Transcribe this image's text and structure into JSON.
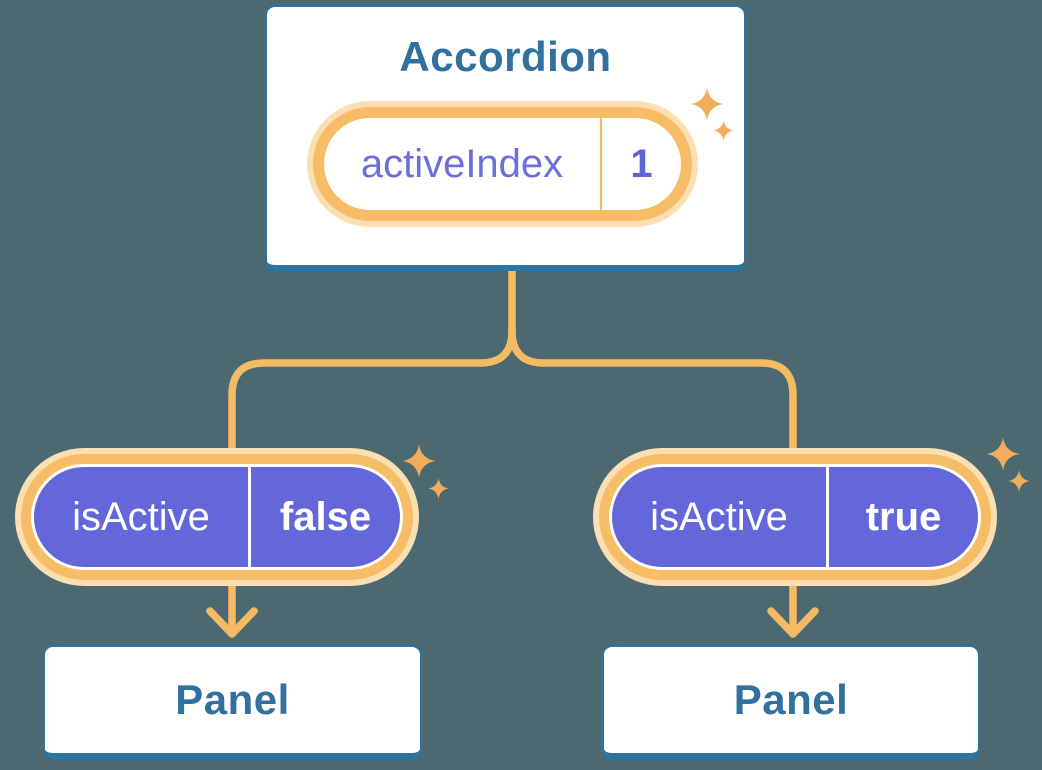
{
  "colors": {
    "background": "#4C6870",
    "card_background": "#FFFFFF",
    "card_border_blue": "#2B74A3",
    "heading_text_blue": "#31719E",
    "connector_orange": "#F5BB64",
    "pill_ring_orange": "#F7BD66",
    "pill_ring_glow": "#FBDFB2",
    "sparkle_orange": "#F2AC5B",
    "prop_pill_purple": "#6467DA",
    "state_text_purple": "#6B6FDC",
    "prop_text_white": "#FFFFFF"
  },
  "accordion": {
    "title": "Accordion",
    "state_pill": {
      "label": "activeIndex",
      "value": "1"
    }
  },
  "branches": [
    {
      "prop_pill": {
        "label": "isActive",
        "value": "false"
      },
      "panel_title": "Panel"
    },
    {
      "prop_pill": {
        "label": "isActive",
        "value": "true"
      },
      "panel_title": "Panel"
    }
  ]
}
